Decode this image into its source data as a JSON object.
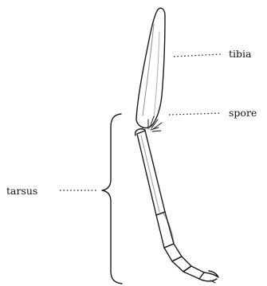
{
  "labels": {
    "tibia": "tibia",
    "spore": "spore",
    "tarsus": "tarsus"
  },
  "colors": {
    "ink": "#1a1a1a",
    "background": "#ffffff"
  }
}
